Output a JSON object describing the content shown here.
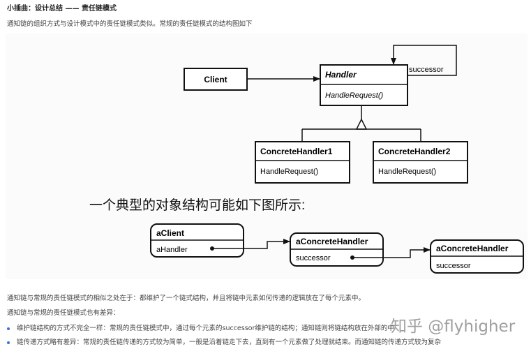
{
  "heading": "小插曲：设计总结 —— 责任链模式",
  "intro": "通知链的组织方式与设计模式中的责任链模式类似。常规的责任链模式的结构图如下",
  "diagram": {
    "client_label": "Client",
    "handler_title": "Handler",
    "handler_method": "HandleRequest()",
    "successor_label": "successor",
    "concrete1_title": "ConcreteHandler1",
    "concrete1_method": "HandleRequest()",
    "concrete2_title": "ConcreteHandler2",
    "concrete2_method": "HandleRequest()",
    "caption": "一个典型的对象结构可能如下图所示:",
    "aclient_title": "aClient",
    "aclient_field": "aHandler",
    "ach1_title": "aConcreteHandler",
    "ach1_field": "successor",
    "ach2_title": "aConcreteHandler",
    "ach2_field": "successor"
  },
  "para1": "通知链与常规的责任链模式的相似之处在于：都维护了一个链式结构，并且将链中元素如何传递的逻辑放在了每个元素中。",
  "para2": "通知链与常规的责任链模式也有差异：",
  "bullets": [
    "维护链结构的方式不完全一样：常规的责任链模式中，通过每个元素的successor维护链的结构；通知链则将链结构放在外部的",
    "链传递方式略有差异：常规的责任链传递的方式较为简单，一般是沿着链走下去，直到有一个元素做了处理就结束。而通知链的传递方式较为复杂"
  ],
  "bullet_tail": "中",
  "watermark": "知乎 @flyhigher",
  "colors": {
    "bullet": "#3a6fd6",
    "text": "#444444",
    "diagram_stroke": "#111111"
  }
}
